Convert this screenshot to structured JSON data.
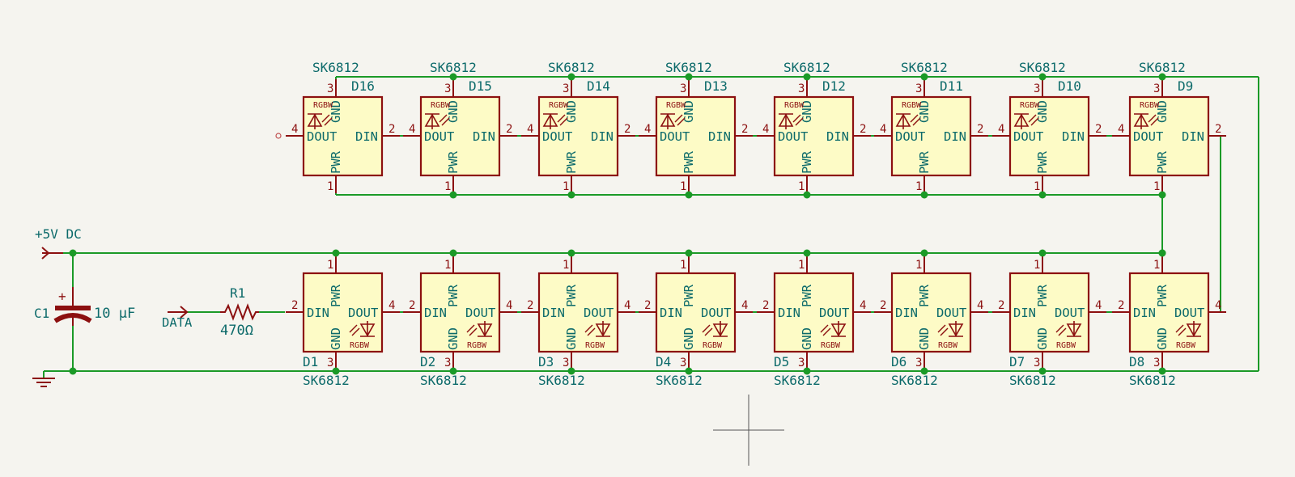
{
  "power_nets": {
    "vcc_label": "+5V DC",
    "data_label": "DATA"
  },
  "capacitor": {
    "ref": "C1",
    "value": "10 µF",
    "plus": "+"
  },
  "resistor": {
    "ref": "R1",
    "value": "470Ω",
    "pin_left": "",
    "pin_right": ""
  },
  "led_part": "SK6812",
  "led_pins": {
    "din": "DIN",
    "dout": "DOUT",
    "pwr": "PWR",
    "gnd": "GND",
    "rgbw": "RGBW",
    "num_pwr": "1",
    "num_din": "2",
    "num_gnd": "3",
    "num_dout": "4"
  },
  "top_row": [
    {
      "ref": "D16",
      "part": "SK6812"
    },
    {
      "ref": "D15",
      "part": "SK6812"
    },
    {
      "ref": "D14",
      "part": "SK6812"
    },
    {
      "ref": "D13",
      "part": "SK6812"
    },
    {
      "ref": "D12",
      "part": "SK6812"
    },
    {
      "ref": "D11",
      "part": "SK6812"
    },
    {
      "ref": "D10",
      "part": "SK6812"
    },
    {
      "ref": "D9",
      "part": "SK6812"
    }
  ],
  "bottom_row": [
    {
      "ref": "D1",
      "part": "SK6812"
    },
    {
      "ref": "D2",
      "part": "SK6812"
    },
    {
      "ref": "D3",
      "part": "SK6812"
    },
    {
      "ref": "D4",
      "part": "SK6812"
    },
    {
      "ref": "D5",
      "part": "SK6812"
    },
    {
      "ref": "D6",
      "part": "SK6812"
    },
    {
      "ref": "D7",
      "part": "SK6812"
    },
    {
      "ref": "D8",
      "part": "SK6812"
    }
  ],
  "colors": {
    "wire": "#1b9a27",
    "symbol": "#8c1010",
    "body_fill": "#fdfbc6",
    "text": "#0c6a6a",
    "background": "#f5f4ef"
  }
}
